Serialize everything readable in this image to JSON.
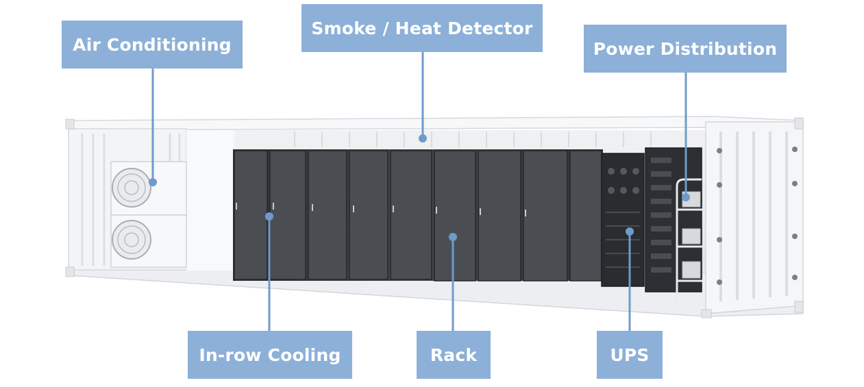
{
  "labels": {
    "air_conditioning": "Air Conditioning",
    "smoke_heat_detector": "Smoke / Heat Detector",
    "power_distribution": "Power Distribution",
    "in_row_cooling": "In-row Cooling",
    "rack": "Rack",
    "ups": "UPS"
  },
  "colors": {
    "callout_fill": "#8cb0d8",
    "callout_text": "#ffffff",
    "leader_line": "#6f9bcb",
    "container_white": "#f4f5f6",
    "rack_dark": "#3a3d41"
  }
}
